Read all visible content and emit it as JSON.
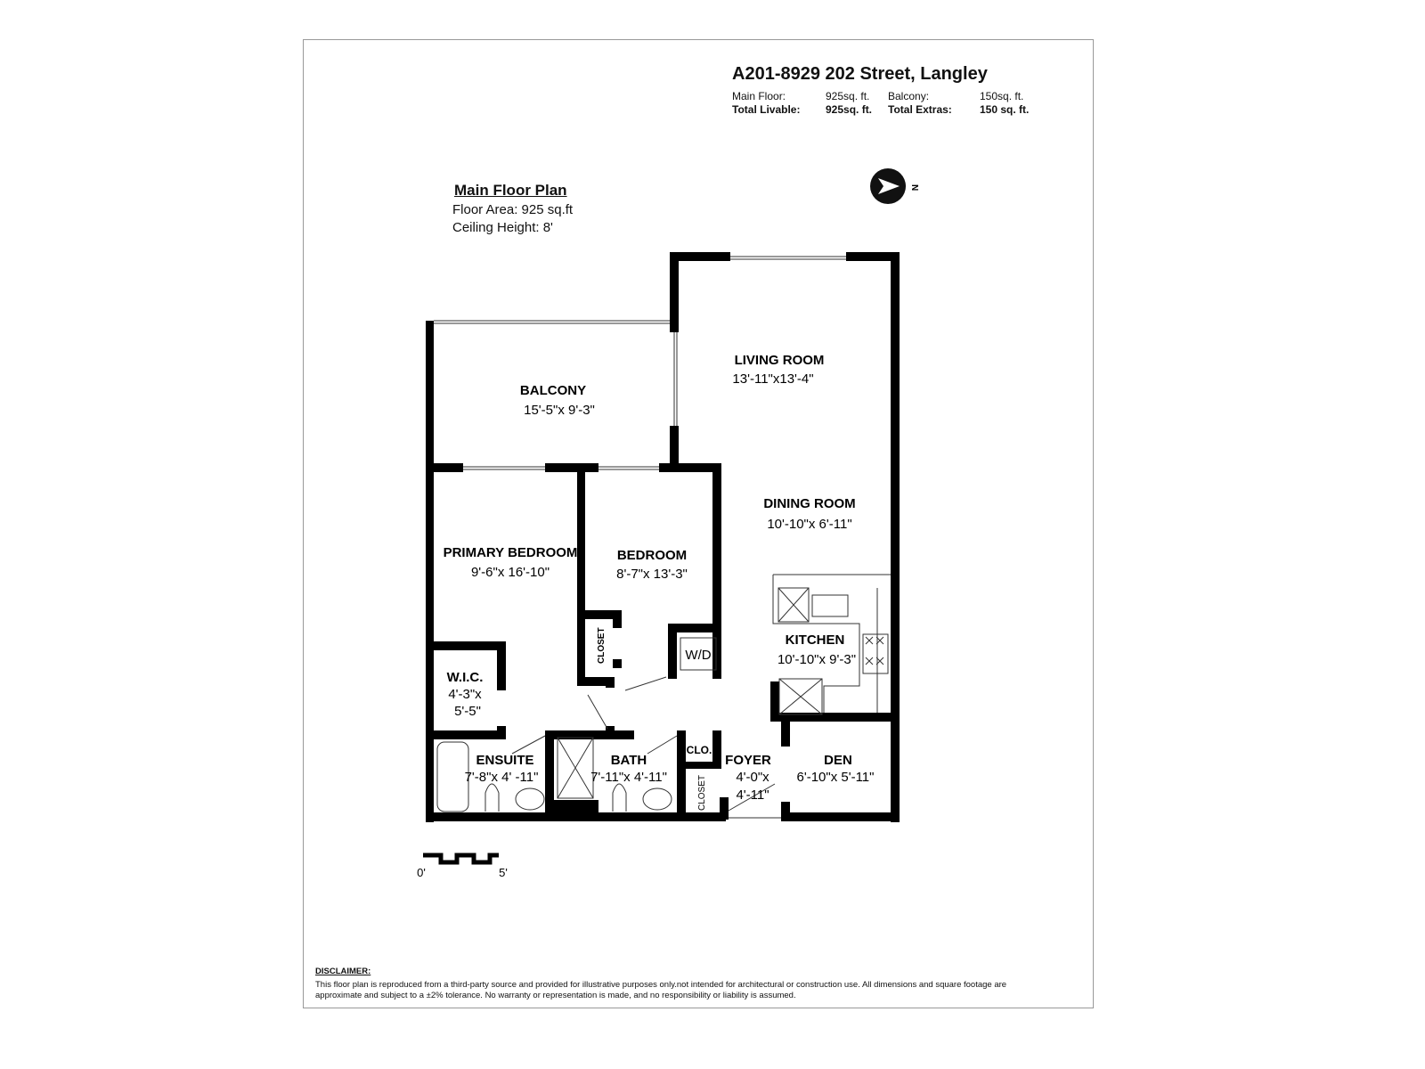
{
  "header": {
    "address": "A201-8929 202 Street, Langley",
    "main_floor_label": "Main Floor:",
    "main_floor_value": "925sq. ft.",
    "balcony_label": "Balcony:",
    "balcony_value": "150sq. ft.",
    "total_livable_label": "Total Livable:",
    "total_livable_value": "925sq. ft.",
    "total_extras_label": "Total Extras:",
    "total_extras_value": "150 sq. ft."
  },
  "plan": {
    "title": "Main Floor Plan",
    "floor_area": "Floor Area: 925 sq.ft",
    "ceiling_height": "Ceiling Height: 8'",
    "compass_label": "N",
    "compass_icon": "north-arrow-icon"
  },
  "rooms": {
    "living": {
      "name": "LIVING ROOM",
      "dims": "13'-11\"x13'-4\""
    },
    "balcony": {
      "name": "BALCONY",
      "dims": "15'-5\"x 9'-3\""
    },
    "dining": {
      "name": "DINING ROOM",
      "dims": "10'-10\"x 6'-11\""
    },
    "primary": {
      "name": "PRIMARY BEDROOM",
      "dims": "9'-6\"x 16'-10\""
    },
    "bedroom": {
      "name": "BEDROOM",
      "dims": "8'-7\"x 13'-3\""
    },
    "kitchen": {
      "name": "KITCHEN",
      "dims": "10'-10\"x 9'-3\""
    },
    "wic": {
      "name": "W.I.C.",
      "dims1": "4'-3\"x",
      "dims2": "5'-5\""
    },
    "closet1": {
      "name": "CLOSET"
    },
    "wd": {
      "name": "W/D"
    },
    "ensuite": {
      "name": "ENSUITE",
      "dims": "7'-8\"x 4' -11\""
    },
    "bath": {
      "name": "BATH",
      "dims": "7'-11\"x 4'-11\""
    },
    "clo": {
      "name": "CLO."
    },
    "closet2": {
      "name": "CLOSET"
    },
    "foyer": {
      "name": "FOYER",
      "dims1": "4'-0\"x",
      "dims2": "4'-11\""
    },
    "den": {
      "name": "DEN",
      "dims": "6'-10\"x 5'-11\""
    }
  },
  "scale": {
    "start": "0'",
    "end": "5'"
  },
  "disclaimer": {
    "heading": "DISCLAIMER:",
    "line1": "This floor plan is reproduced from a third-party source and provided for illustrative purposes only.not intended for architectural or construction use.  All dimensions and square footage are",
    "line2": "approximate and subject to a ±2% tolerance. No warranty or representation is made, and no responsibility or liability is assumed."
  }
}
